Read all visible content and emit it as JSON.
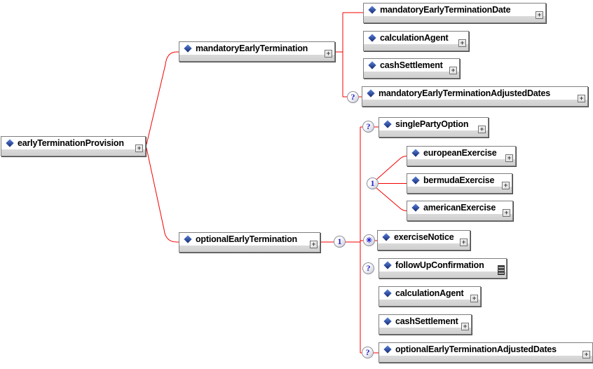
{
  "diagram": {
    "nodes": {
      "earlyTerminationProvision": "earlyTerminationProvision",
      "mandatoryEarlyTermination": "mandatoryEarlyTermination",
      "mandatoryEarlyTerminationDate": "mandatoryEarlyTerminationDate",
      "calculationAgentTop": "calculationAgent",
      "cashSettlementTop": "cashSettlement",
      "mandatoryEarlyTerminationAdjustedDates": "mandatoryEarlyTerminationAdjustedDates",
      "optionalEarlyTermination": "optionalEarlyTermination",
      "singlePartyOption": "singlePartyOption",
      "europeanExercise": "europeanExercise",
      "bermudaExercise": "bermudaExercise",
      "americanExercise": "americanExercise",
      "exerciseNotice": "exerciseNotice",
      "followUpConfirmation": "followUpConfirmation",
      "calculationAgentBottom": "calculationAgent",
      "cashSettlementBottom": "cashSettlement",
      "optionalEarlyTerminationAdjustedDates": "optionalEarlyTerminationAdjustedDates"
    },
    "markers": {
      "mandatoryAdjustedDatesOptional": "?",
      "singlePartyOptionOptional": "?",
      "optionalTerminationSequence": "1",
      "exerciseChoice": "1",
      "exerciseNoticeRepeat": "✳",
      "followUpConfirmationOptional": "?",
      "optionalAdjustedDatesOptional": "?"
    },
    "icons": {
      "element_diamond": "blue-diamond",
      "expand_glyph": "+",
      "annotation": "text-lines"
    },
    "colors": {
      "connector": "#f40000",
      "diamond_dark": "#14296e",
      "diamond_light": "#5b84e0",
      "marker_text": "#2323cc",
      "box_strip": "#d2d2d2",
      "box_border": "#7e7e7e"
    }
  }
}
